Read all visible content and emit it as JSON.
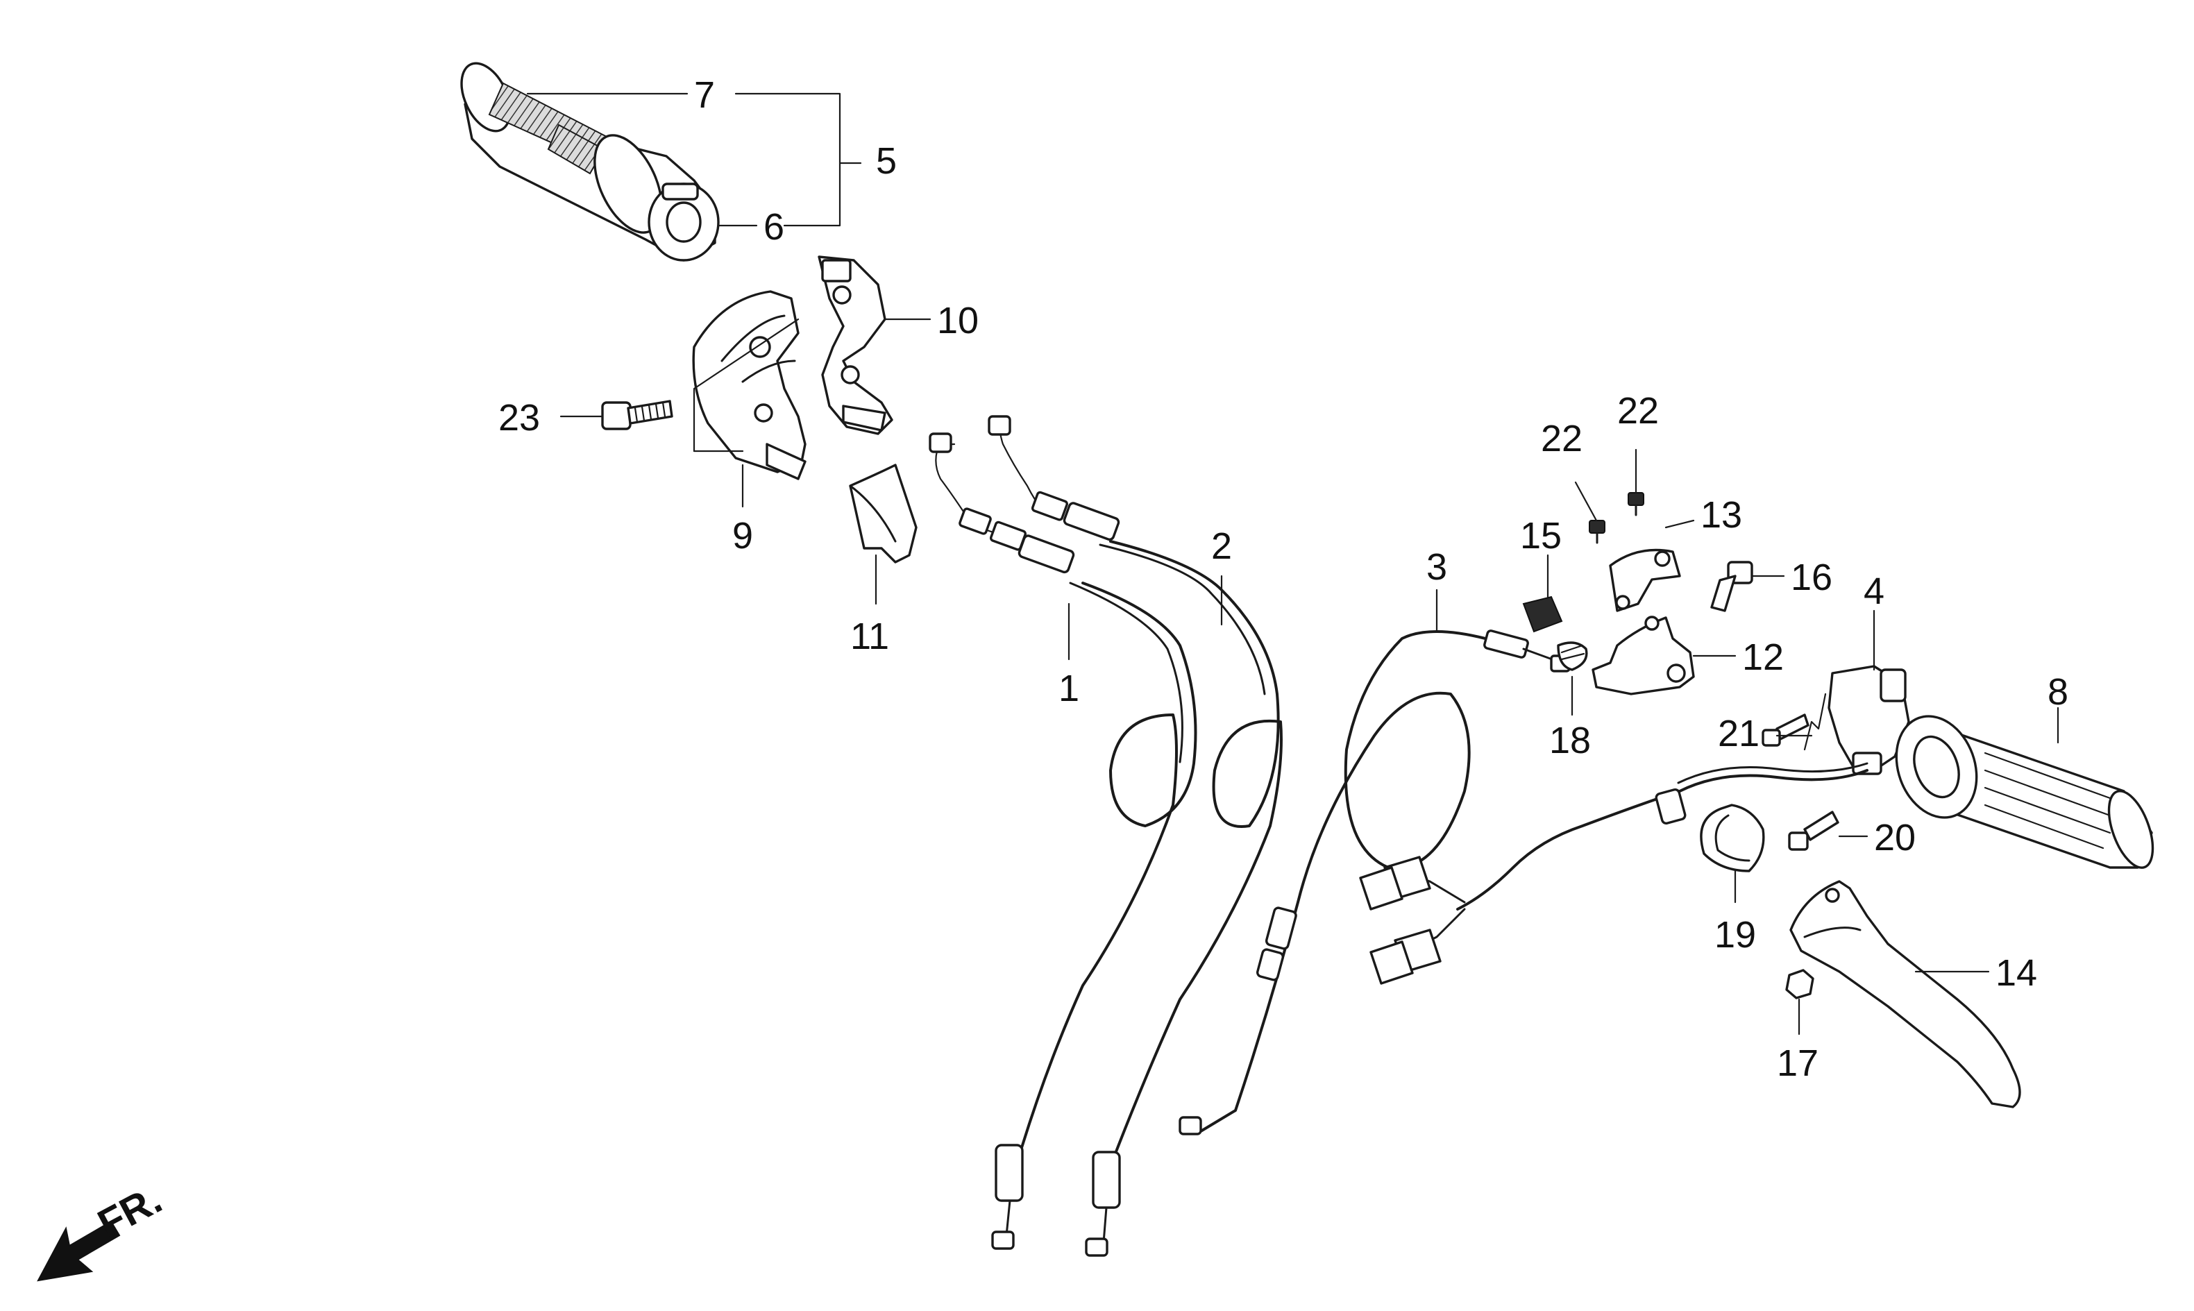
{
  "labels": {
    "p1": "1",
    "p2": "2",
    "p3": "3",
    "p4": "4",
    "p5": "5",
    "p6": "6",
    "p7": "7",
    "p8": "8",
    "p9": "9",
    "p10": "10",
    "p11": "11",
    "p12": "12",
    "p13": "13",
    "p14": "14",
    "p15": "15",
    "p16": "16",
    "p17": "17",
    "p18": "18",
    "p19": "19",
    "p20": "20",
    "p21": "21",
    "p22a": "22",
    "p22b": "22",
    "p23": "23"
  },
  "front_arrow_label": "FR."
}
